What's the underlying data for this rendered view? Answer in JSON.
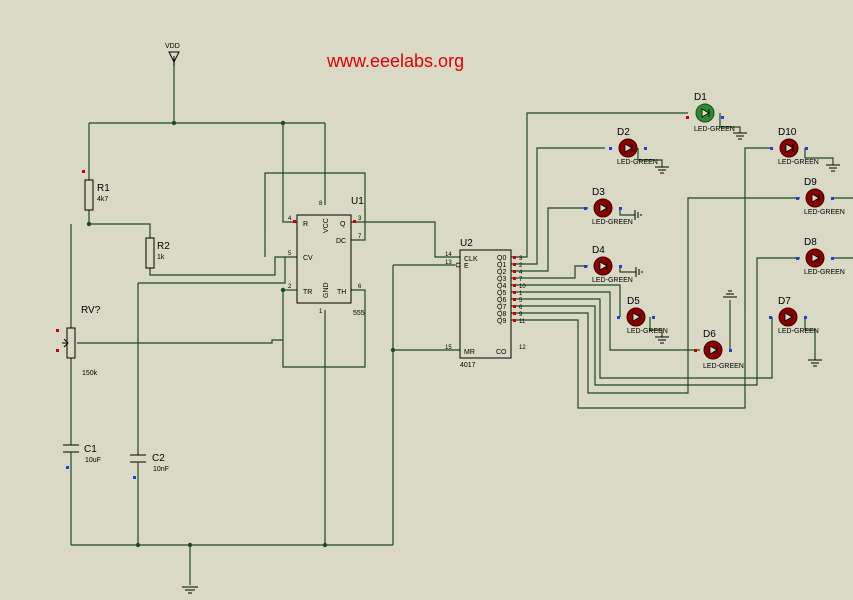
{
  "watermark": "www.eeelabs.org",
  "colors": {
    "background": "#d9d9c6",
    "wire": "#1f4a1f",
    "watermark": "#e00000",
    "led_on": "#2e8b2e",
    "led_off": "#8b0000",
    "pin_marker_red": "#cc0000",
    "pin_marker_blue": "#1f3fd6"
  },
  "power": {
    "vdd_label": "VDD"
  },
  "components": {
    "r1": {
      "ref": "R1",
      "value": "4k7"
    },
    "r2": {
      "ref": "R2",
      "value": "1k"
    },
    "rv": {
      "ref": "RV?",
      "value": "150k"
    },
    "c1": {
      "ref": "C1",
      "value": "10uF"
    },
    "c2": {
      "ref": "C2",
      "value": "10nF"
    },
    "u1": {
      "ref": "U1",
      "part": "555",
      "pins": {
        "r": "R",
        "q": "Q",
        "dc": "DC",
        "cv": "CV",
        "tr": "TR",
        "th": "TH",
        "vcc": "VCC",
        "gnd": "GND"
      },
      "pin_numbers": {
        "p4": "4",
        "p3": "3",
        "p7": "7",
        "p5": "5",
        "p2": "2",
        "p6": "6",
        "p8": "8",
        "p1": "1"
      }
    },
    "u2": {
      "ref": "U2",
      "part": "4017",
      "left_pins": {
        "clk": "CLK",
        "e": "E",
        "mr": "MR"
      },
      "left_pin_numbers": {
        "clk": "14",
        "e": "13",
        "mr": "15"
      },
      "outputs": [
        "Q0",
        "Q1",
        "Q2",
        "Q3",
        "Q4",
        "Q5",
        "Q6",
        "Q7",
        "Q8",
        "Q9"
      ],
      "output_pins": [
        "3",
        "2",
        "4",
        "7",
        "10",
        "1",
        "5",
        "6",
        "9",
        "11"
      ],
      "co": "CO",
      "co_pin": "12"
    },
    "leds": {
      "d1": {
        "ref": "D1",
        "type": "LED-GREEN"
      },
      "d2": {
        "ref": "D2",
        "type": "LED-GREEN"
      },
      "d3": {
        "ref": "D3",
        "type": "LED-GREEN"
      },
      "d4": {
        "ref": "D4",
        "type": "LED-GREEN"
      },
      "d5": {
        "ref": "D5",
        "type": "LED-GREEN"
      },
      "d6": {
        "ref": "D6",
        "type": "LED-GREEN"
      },
      "d7": {
        "ref": "D7",
        "type": "LED-GREEN"
      },
      "d8": {
        "ref": "D8",
        "type": "LED-GREEN"
      },
      "d9": {
        "ref": "D9",
        "type": "LED-GREEN"
      },
      "d10": {
        "ref": "D10",
        "type": "LED-GREEN"
      }
    }
  }
}
